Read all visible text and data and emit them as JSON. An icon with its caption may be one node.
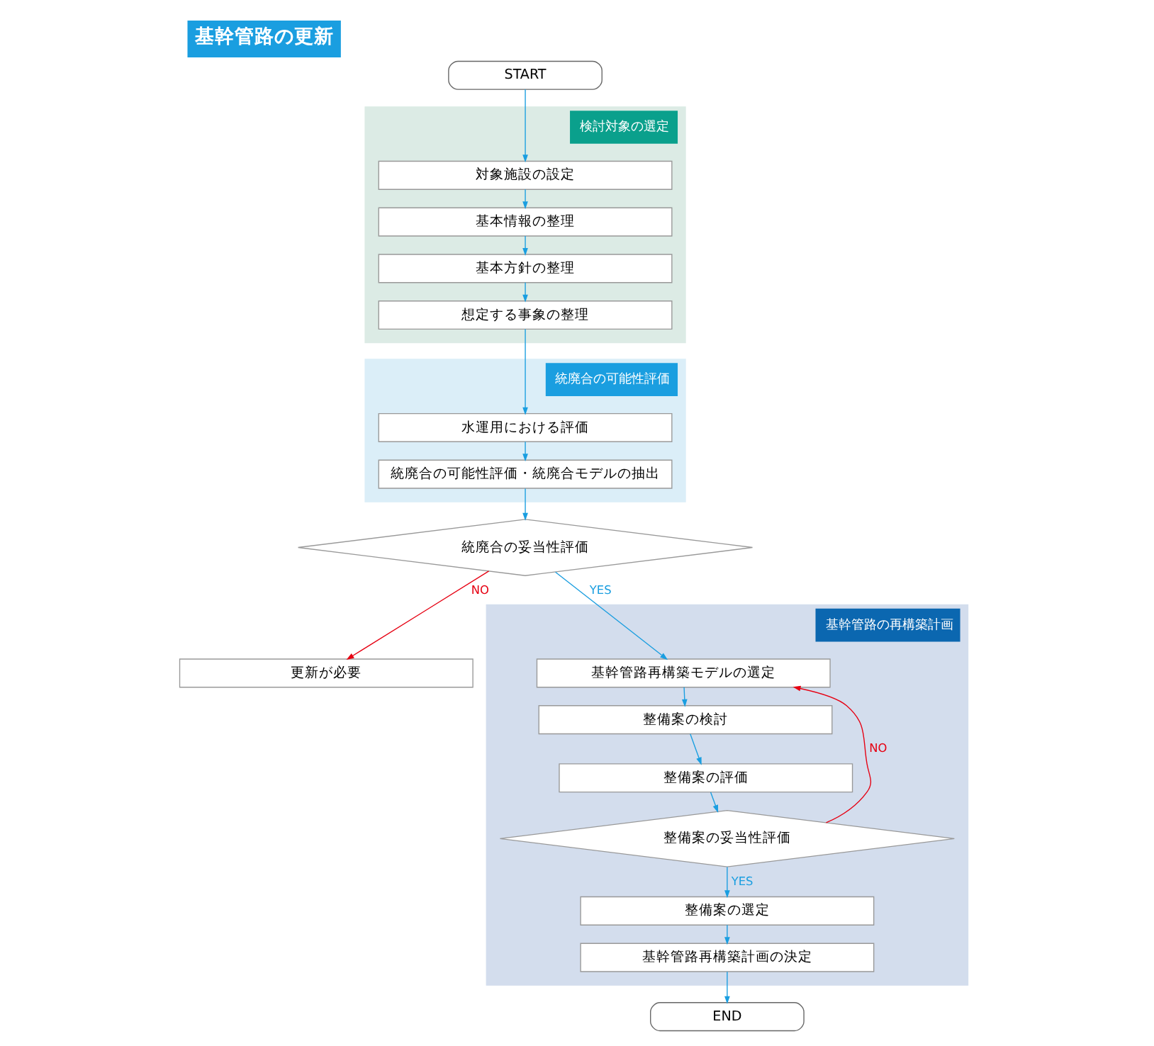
{
  "diagram": {
    "title": "基幹管路の更新",
    "nodes": [
      {
        "text": [
          "START"
        ]
      },
      {
        "text": [
          "検討対象の選定"
        ]
      },
      {
        "text": [
          "対象施設の設定"
        ],
        "in": 1
      },
      {
        "text": [
          "基本情報の整理"
        ],
        "in": 1
      },
      {
        "text": [
          "基本方針の整理"
        ],
        "in": 1
      },
      {
        "text": [
          "想定する事象の整理"
        ],
        "in": 1
      },
      {
        "text": [
          "統廃合の可能性評価"
        ]
      },
      {
        "text": [
          "水運用における評価"
        ],
        "in": 6
      },
      {
        "text": [
          "統廃合の可能性評価・統廃合モデルの抽出"
        ],
        "in": 6
      },
      {
        "text": [
          "統廃合の妥当性評価"
        ]
      },
      {
        "text": [
          "更新が必要"
        ]
      },
      {
        "text": [
          "基幹管路の再構築計画"
        ]
      },
      {
        "text": [
          "基幹管路再構築モデルの選定"
        ],
        "in": 11
      },
      {
        "text": [
          "整備案の検討"
        ],
        "in": 11
      },
      {
        "text": [
          "整備案の評価"
        ],
        "in": 11
      },
      {
        "text": [
          "整備案の妥当性評価"
        ],
        "in": 11
      },
      {
        "text": [
          "整備案の選定"
        ],
        "in": 11
      },
      {
        "text": [
          "基幹管路再構築計画の決定"
        ],
        "in": 11
      },
      {
        "text": [
          "END"
        ]
      }
    ],
    "edges": [
      {
        "from": 0,
        "to": 2,
        "arrow": "to"
      },
      {
        "from": 2,
        "to": 3,
        "arrow": "to"
      },
      {
        "from": 3,
        "to": 4,
        "arrow": "to"
      },
      {
        "from": 4,
        "to": 5,
        "arrow": "to"
      },
      {
        "from": 5,
        "to": 7,
        "arrow": "to"
      },
      {
        "from": 7,
        "to": 8,
        "arrow": "to"
      },
      {
        "from": 8,
        "to": 9,
        "arrow": "to"
      },
      {
        "from": 9,
        "to": 10,
        "arrow": "to",
        "label": "NO",
        "color": "#e60012"
      },
      {
        "from": 9,
        "to": 12,
        "arrow": "to",
        "label": "YES"
      },
      {
        "from": 12,
        "to": 13,
        "arrow": "to"
      },
      {
        "from": 13,
        "to": 14,
        "arrow": "to"
      },
      {
        "from": 14,
        "to": 15,
        "arrow": "to"
      },
      {
        "from": 15,
        "to": 12,
        "arrow": "to",
        "label": "NO",
        "color": "#e60012"
      },
      {
        "from": 15,
        "to": 16,
        "arrow": "to",
        "label": "YES"
      },
      {
        "from": 16,
        "to": 17,
        "arrow": "to"
      },
      {
        "from": 17,
        "to": 18,
        "arrow": "to"
      }
    ]
  }
}
